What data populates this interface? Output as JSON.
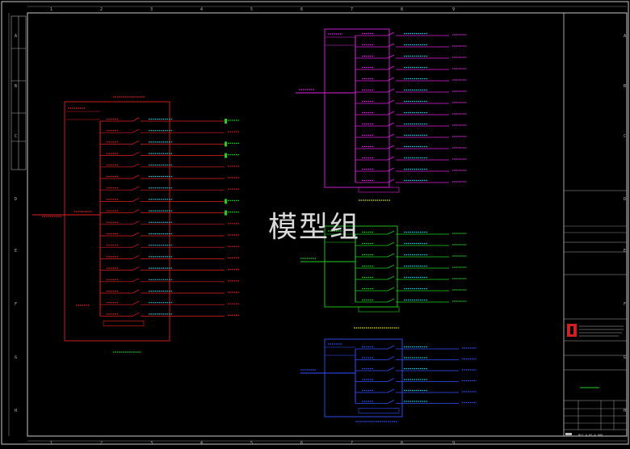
{
  "watermark": "模型组",
  "colors": {
    "background": "#000000",
    "frame": "#c8c8c8",
    "panel_red": "#e02020",
    "panel_magenta": "#e020e0",
    "panel_green": "#20d020",
    "panel_blue": "#3050ff",
    "text_cyan": "#20c8e0",
    "text_yellow": "#e0e020",
    "logo_red": "#d02020"
  },
  "frame": {
    "top_col_numbers": [
      "1",
      "2",
      "3",
      "4",
      "5",
      "6",
      "7",
      "8",
      "9"
    ],
    "bottom_col_numbers": [
      "1",
      "2",
      "3",
      "4",
      "5",
      "6",
      "7",
      "8",
      "9"
    ],
    "row_letters_left": [
      "A",
      "B",
      "C",
      "D",
      "E",
      "F",
      "G",
      "H"
    ],
    "row_letters_right": [
      "A",
      "B",
      "C",
      "D",
      "E",
      "F",
      "G",
      "H"
    ]
  },
  "panels": [
    {
      "id": "panel-red-left",
      "color": "panel_red",
      "outgoing_circuits": 18
    },
    {
      "id": "panel-magenta",
      "color": "panel_magenta",
      "outgoing_circuits": 14
    },
    {
      "id": "panel-green",
      "color": "panel_green",
      "outgoing_circuits": 7
    },
    {
      "id": "panel-blue",
      "color": "panel_blue",
      "outgoing_circuits": 6
    }
  ],
  "title_block": {
    "drawing_number": "BLE.A-05-A.000"
  }
}
